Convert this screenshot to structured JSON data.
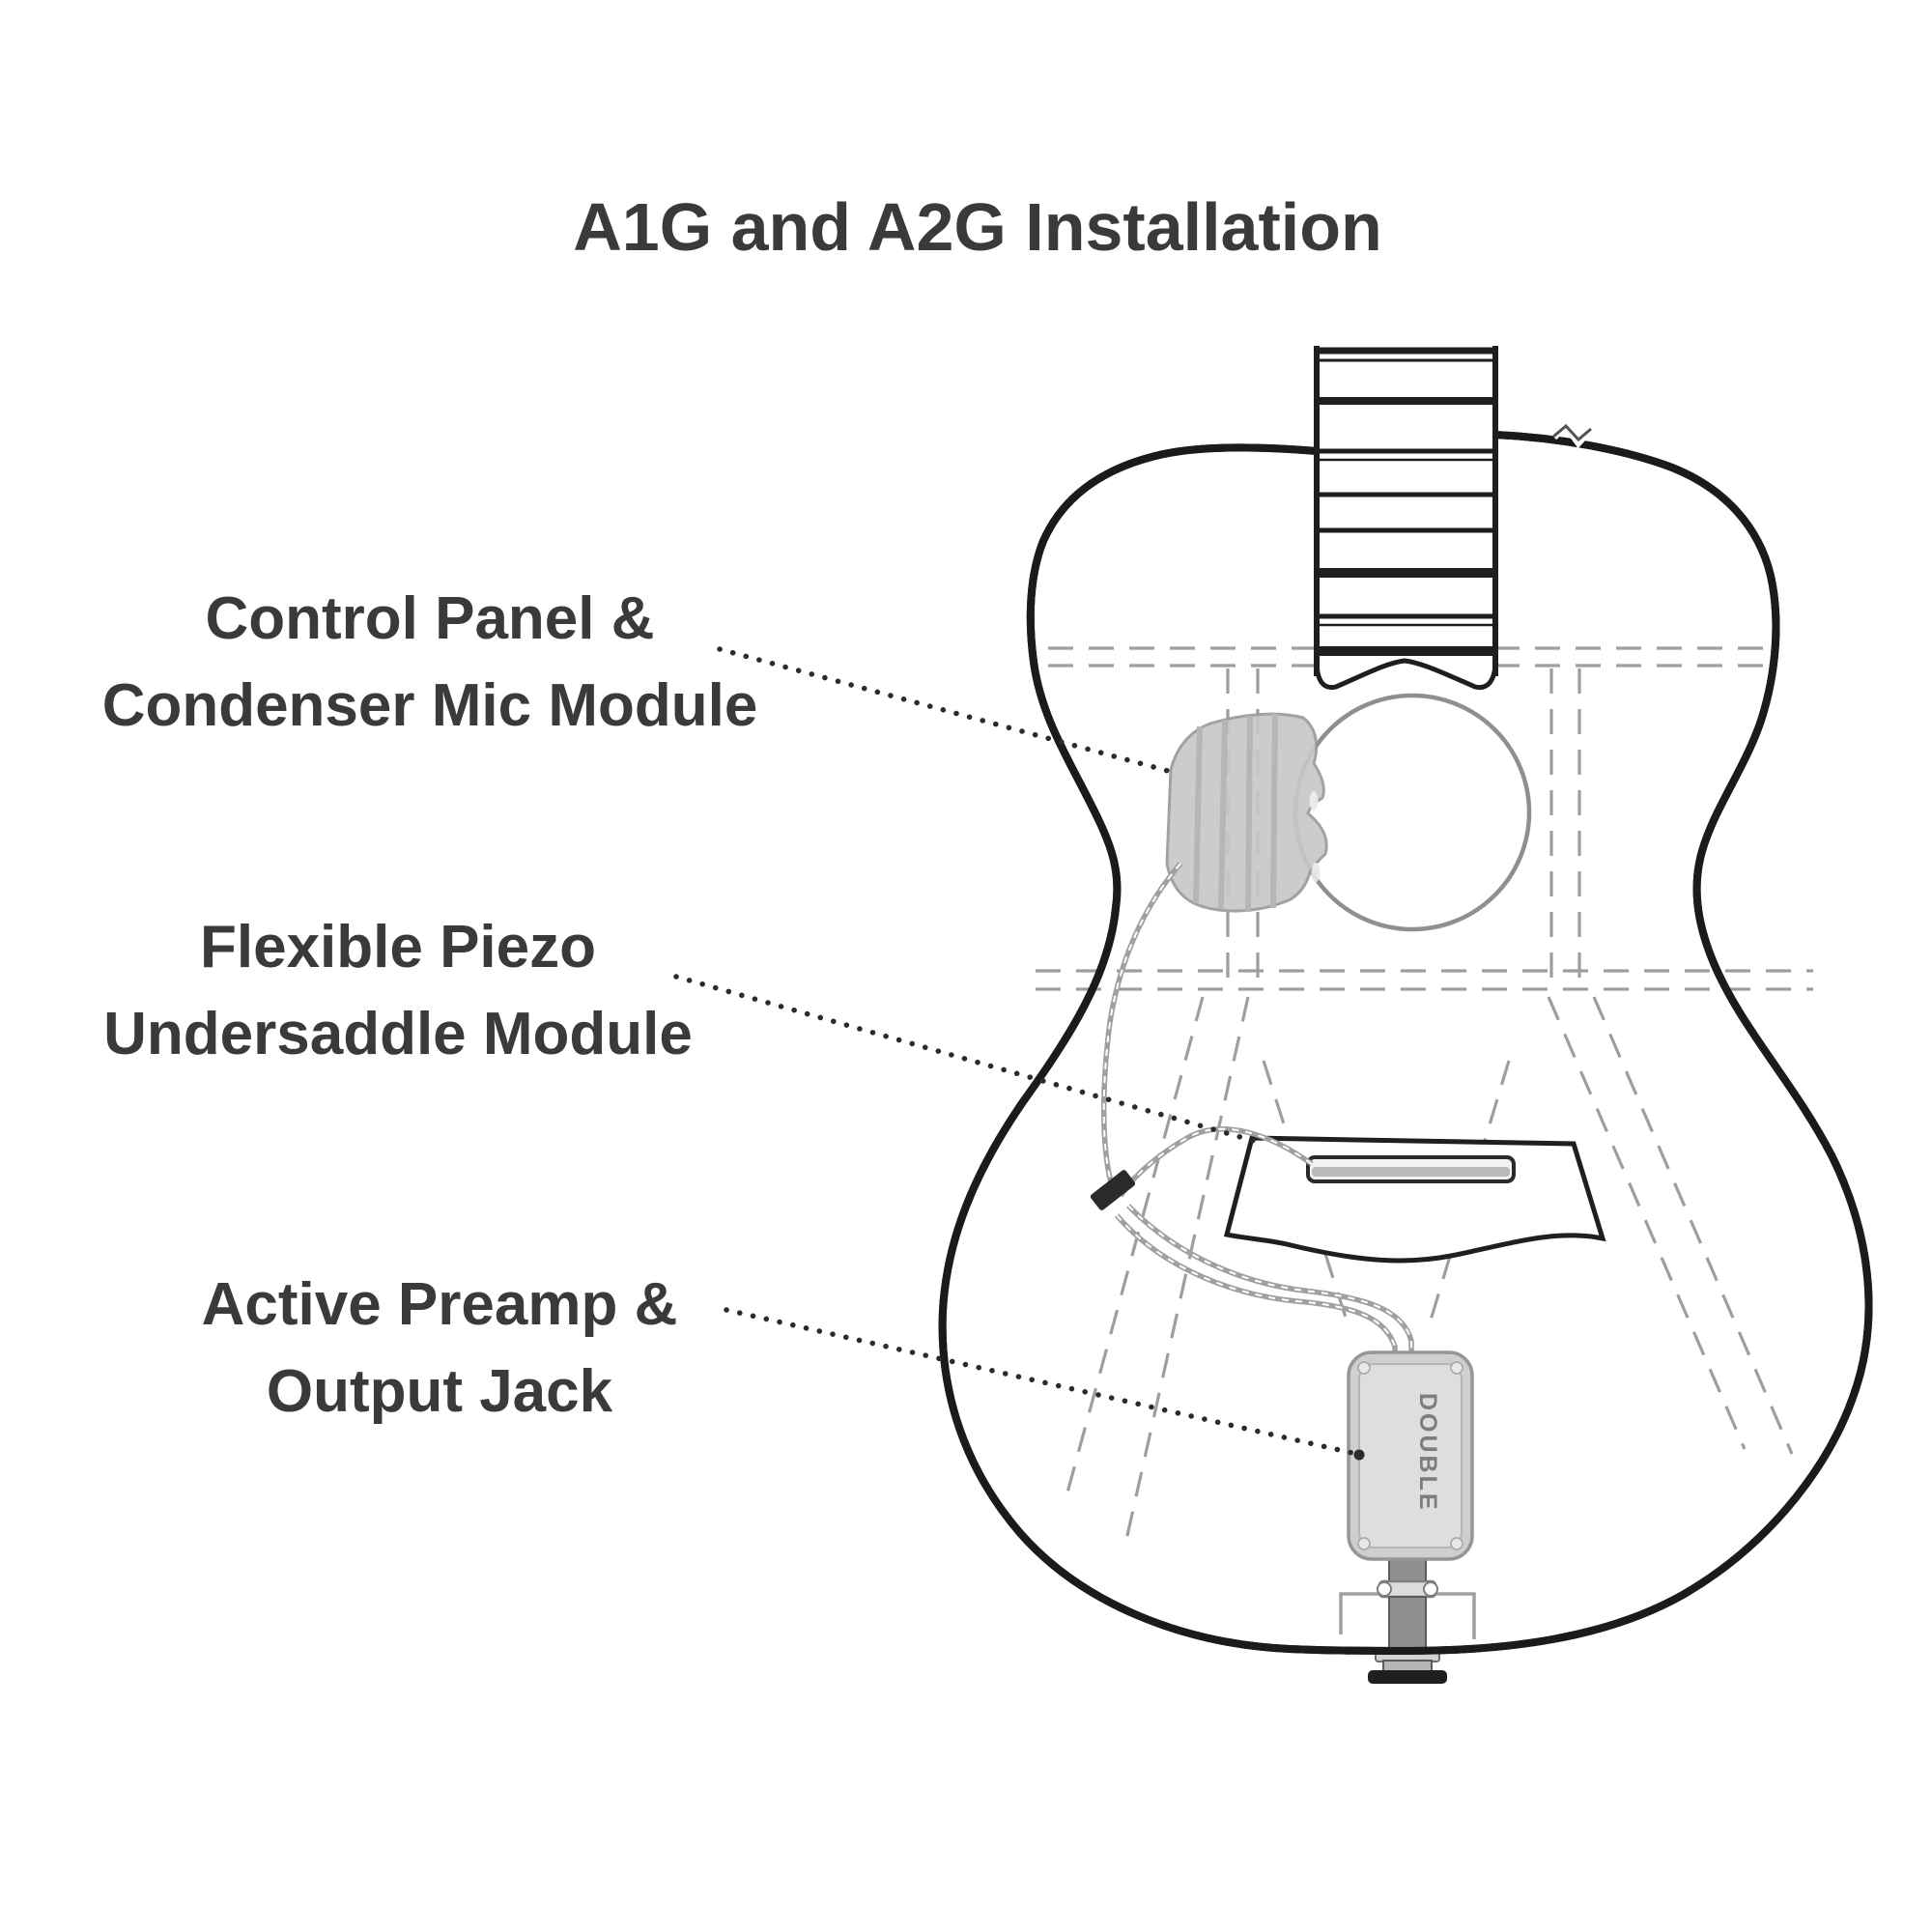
{
  "title": "A1G and A2G Installation",
  "labels": {
    "control_panel": {
      "line1": "Control Panel &",
      "line2": "Condenser Mic Module"
    },
    "undersaddle": {
      "line1": "Flexible Piezo",
      "line2": "Undersaddle Module"
    },
    "preamp": {
      "line1": "Active Preamp &",
      "line2": "Output Jack"
    }
  },
  "diagram": {
    "preamp_text": "DOUBLE",
    "colors": {
      "text": "#3a3a3a",
      "outline": "#1b1b1b",
      "module_fill": "#c8c8c8",
      "soundhole_stroke": "#8f8f8f",
      "dash": "#9e9e9e",
      "wire": "#a0a0a0",
      "leader": "#2b2b2b"
    }
  }
}
